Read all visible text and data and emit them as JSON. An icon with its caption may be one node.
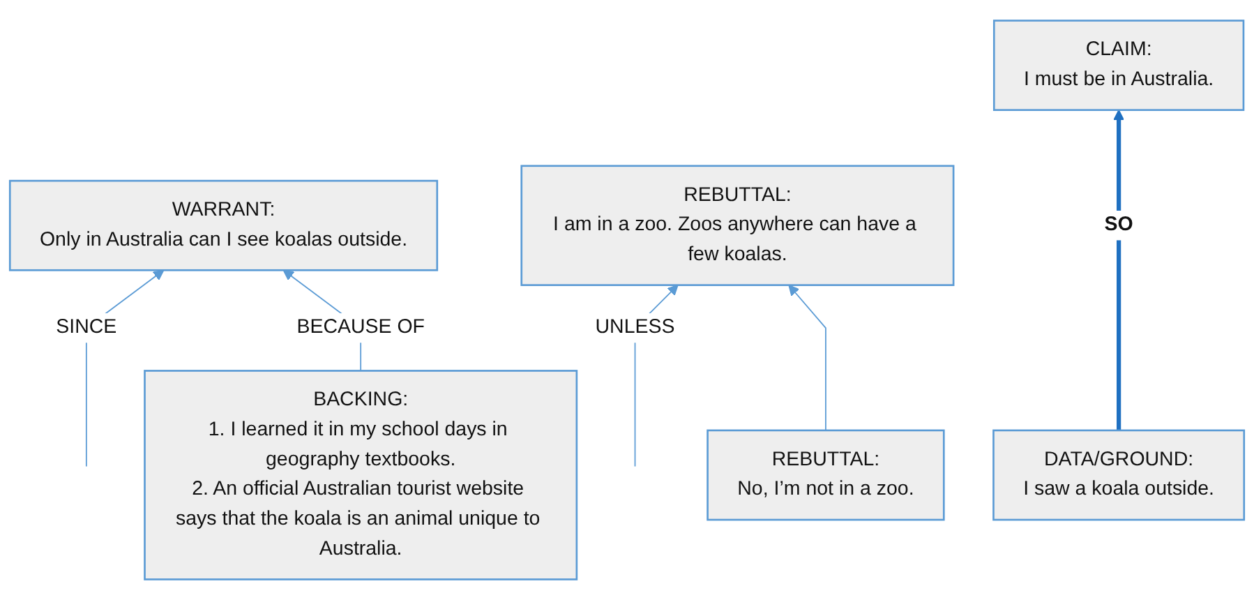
{
  "diagram": {
    "nodes": [
      {
        "text": [
          "CLAIM:",
          "I must be in Australia."
        ]
      },
      {
        "text": [
          "WARRANT:",
          "Only in Australia can I see koalas outside."
        ]
      },
      {
        "text": [
          "REBUTTAL:",
          "I am in a zoo. Zoos anywhere can have a few koalas."
        ]
      },
      {
        "text": [
          "BACKING:",
          "1. I learned it in my school days in geography textbooks.",
          "2. An official Australian tourist website says that the koala is an animal unique to Australia."
        ]
      },
      {
        "text": [
          "REBUTTAL:",
          "No, I’m not in a zoo."
        ]
      },
      {
        "text": [
          "DATA/GROUND:",
          "I saw a koala outside."
        ]
      }
    ],
    "edges": [
      {
        "from": 5,
        "to": 0,
        "arrow": "to",
        "label": "SO",
        "style": "thick",
        "color": "#1f70c1"
      },
      {
        "from": null,
        "to": 1,
        "arrow": "to",
        "label": "SINCE"
      },
      {
        "from": null,
        "to": 2,
        "arrow": "to",
        "label": "UNLESS"
      },
      {
        "from": 3,
        "to": 1,
        "arrow": "to",
        "label": "BECAUSE OF"
      },
      {
        "from": 4,
        "to": 2,
        "arrow": "to"
      }
    ]
  }
}
